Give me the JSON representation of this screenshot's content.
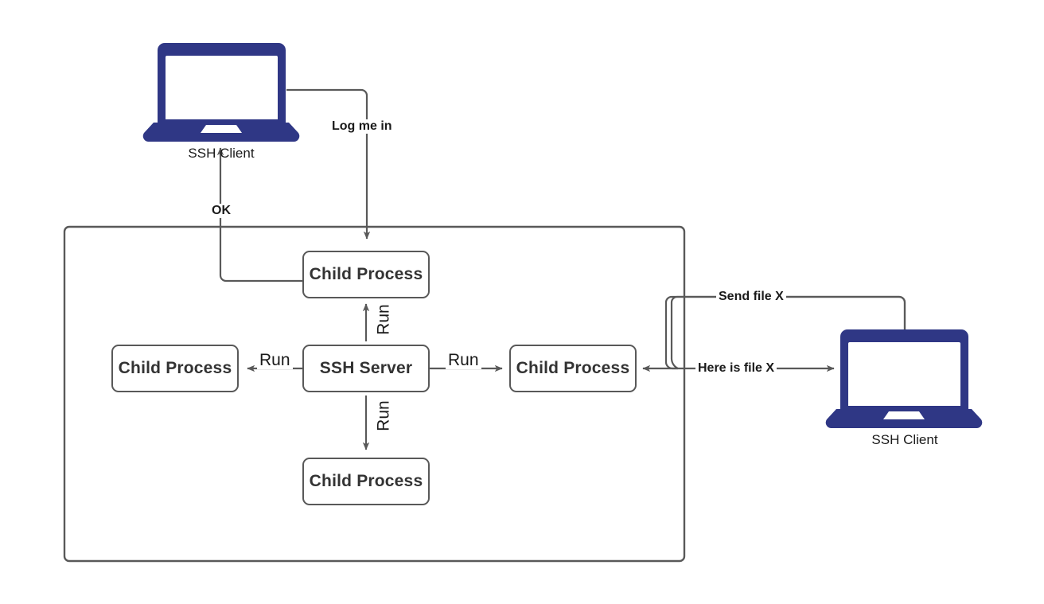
{
  "diagram": {
    "title": "SSH Server child process architecture",
    "background": "#ffffff",
    "colors": {
      "laptop_navy": "#2f3785",
      "line_gray": "#595959",
      "box_border": "#595959",
      "box_fill": "#ffffff",
      "text_dark": "#333333",
      "label_text": "#1a1a1a"
    }
  },
  "devices": [
    {
      "id": "client-top-left",
      "icon": "laptop-icon",
      "caption": "SSH Client"
    },
    {
      "id": "client-right",
      "icon": "laptop-icon",
      "caption": "SSH Client"
    }
  ],
  "container": {
    "name": "ssh-server-host-boundary",
    "label": ""
  },
  "nodes": [
    {
      "id": "child-top",
      "label": "Child Process"
    },
    {
      "id": "child-left",
      "label": "Child Process"
    },
    {
      "id": "server",
      "label": "SSH Server"
    },
    {
      "id": "child-right",
      "label": "Child Process"
    },
    {
      "id": "child-bottom",
      "label": "Child Process"
    }
  ],
  "edges": [
    {
      "id": "login",
      "label": "Log me in",
      "style": "bold",
      "from": "client-top-left",
      "to": "child-top"
    },
    {
      "id": "ok",
      "label": "OK",
      "style": "bold",
      "from": "child-top",
      "to": "client-top-left"
    },
    {
      "id": "run-up",
      "label": "Run",
      "style": "plain",
      "from": "server",
      "to": "child-top"
    },
    {
      "id": "run-left",
      "label": "Run",
      "style": "plain",
      "from": "server",
      "to": "child-left"
    },
    {
      "id": "run-right",
      "label": "Run",
      "style": "plain",
      "from": "server",
      "to": "child-right"
    },
    {
      "id": "run-down",
      "label": "Run",
      "style": "plain",
      "from": "server",
      "to": "child-bottom"
    },
    {
      "id": "send-file",
      "label": "Send file X",
      "style": "bold",
      "from": "child-right",
      "to": "client-right"
    },
    {
      "id": "here-is-file",
      "label": "Here is file X",
      "style": "bold",
      "from": "client-right",
      "to": "child-right"
    }
  ]
}
